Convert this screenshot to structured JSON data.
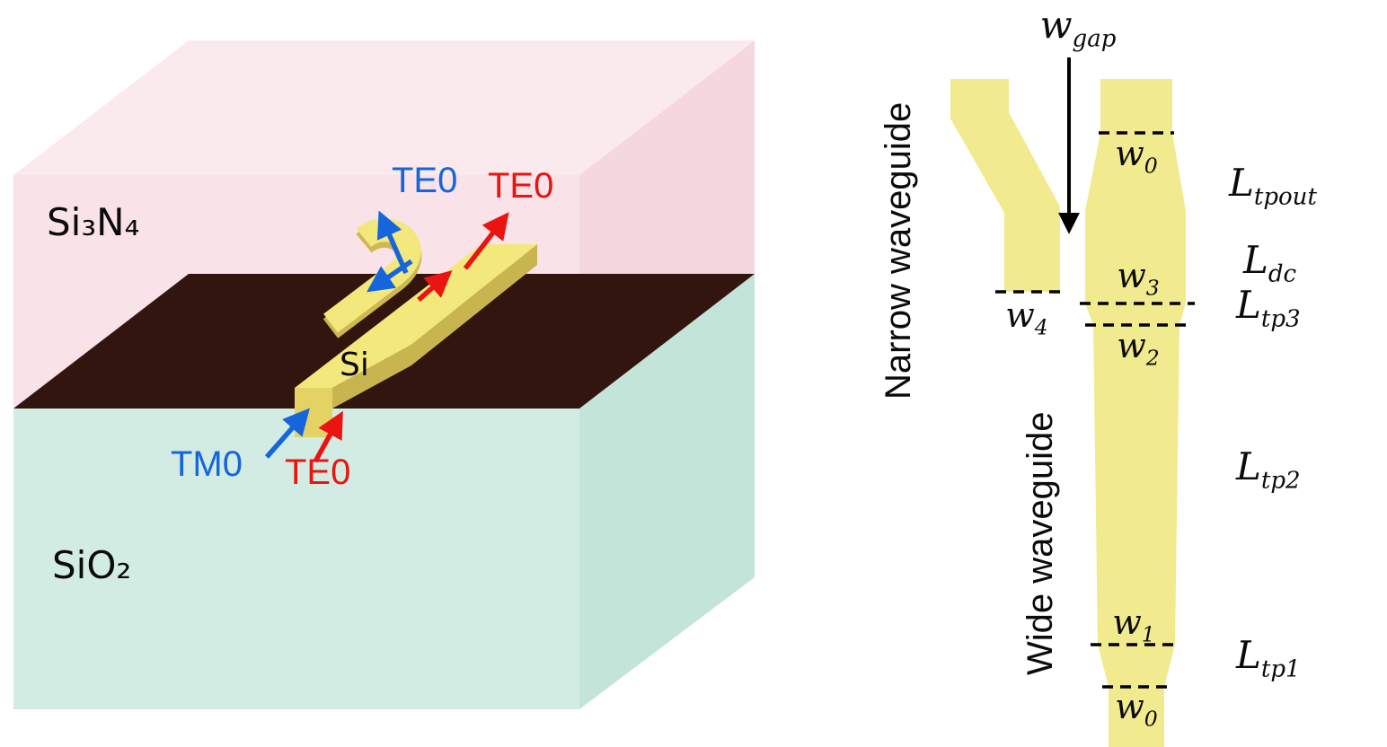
{
  "figure": {
    "left_panel": {
      "cladding_label": "Si₃N₄",
      "substrate_label": "SiO₂",
      "core_label": "Si",
      "mode_labels": {
        "top_blue": "TE0",
        "top_red": "TE0",
        "bottom_blue": "TM0",
        "bottom_red": "TE0"
      },
      "colors": {
        "cladding_top": "#fbeaed",
        "cladding_front": "#f9e3e8",
        "cladding_side": "#f5d8de",
        "substrate_front": "#d3ece3",
        "substrate_side": "#c3e4d8",
        "device_plane": "#33150f",
        "waveguide_top": "#f2e87c",
        "waveguide_side": "#c9b54f",
        "waveguide_front": "#e4d264",
        "arrow_blue": "#1565dd",
        "arrow_red": "#ea1410"
      }
    },
    "right_panel": {
      "narrow_label": "Narrow waveguide",
      "wide_label": "Wide waveguide",
      "colors": {
        "waveguide_fill": "#f1ea8e",
        "dash": "#000000"
      },
      "dims": {
        "w_gap": {
          "base": "w",
          "sub": "gap"
        },
        "w0_top": {
          "base": "w",
          "sub": "0"
        },
        "w3": {
          "base": "w",
          "sub": "3"
        },
        "w4": {
          "base": "w",
          "sub": "4"
        },
        "w2": {
          "base": "w",
          "sub": "2"
        },
        "w1": {
          "base": "w",
          "sub": "1"
        },
        "w0_bottom": {
          "base": "w",
          "sub": "0"
        },
        "L_tpout": {
          "base": "L",
          "sub": "tpout"
        },
        "L_dc": {
          "base": "L",
          "sub": "dc"
        },
        "L_tp3": {
          "base": "L",
          "sub": "tp3"
        },
        "L_tp2": {
          "base": "L",
          "sub": "tp2"
        },
        "L_tp1": {
          "base": "L",
          "sub": "tp1"
        }
      }
    }
  }
}
